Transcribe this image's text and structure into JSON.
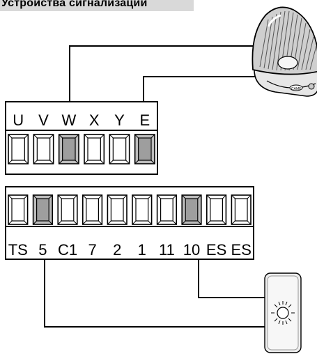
{
  "heading": "Устройства сигнализации",
  "top_block": {
    "labels": [
      "U",
      "V",
      "W",
      "X",
      "Y",
      "E"
    ],
    "shaded": [
      false,
      false,
      true,
      false,
      false,
      true
    ]
  },
  "bottom_block": {
    "labels": [
      "TS",
      "5",
      "C1",
      "7",
      "2",
      "1",
      "11",
      "10",
      "ES",
      "ES"
    ],
    "shaded": [
      false,
      true,
      false,
      false,
      false,
      false,
      false,
      true,
      false,
      false
    ]
  },
  "lamp": {
    "icon": "warning-lamp-icon",
    "brand": "CAME"
  },
  "light": {
    "icon": "indicator-light-icon"
  },
  "colors": {
    "line": "#000000",
    "shade": "#bdbdbd",
    "frame": "#000000"
  }
}
